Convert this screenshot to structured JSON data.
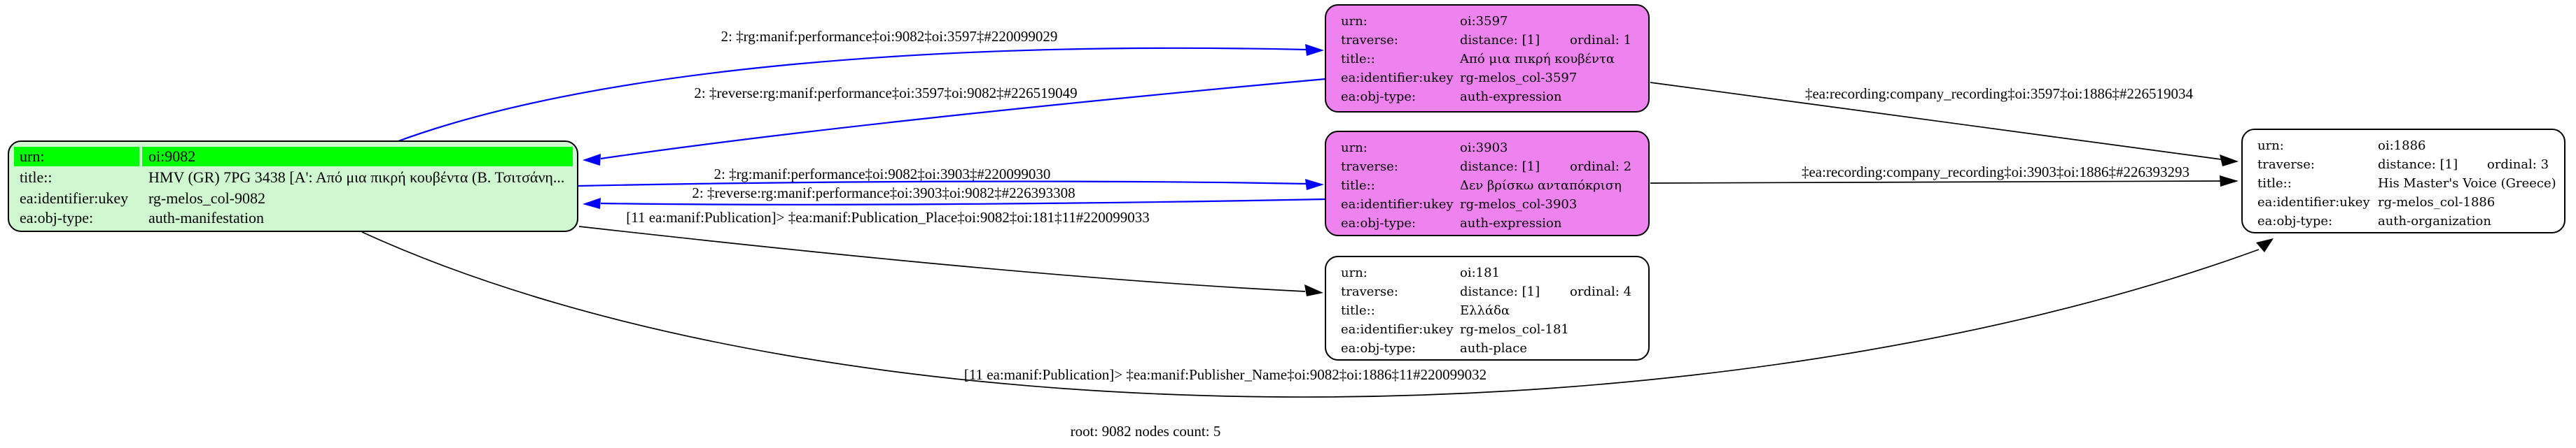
{
  "colors": {
    "canvas_bg": "#ffffff",
    "manifestation_fill": "#d0f8d0",
    "manifestation_highlight": "#00ff00",
    "expression_fill": "#ee82ee",
    "plain_fill": "#ffffff",
    "node_border": "#000000",
    "blue_edge": "#0000ff",
    "black_edge": "#000000"
  },
  "nodes": {
    "n9082": {
      "urn_label": "urn:",
      "urn": "oi:9082",
      "title_label": "title::",
      "title": "HMV (GR) 7PG 3438 [Α': Από μια πικρή κουβέντα (Β. Τσιτσάνη...",
      "ukey_label": "ea:identifier:ukey",
      "ukey": "rg-melos_col-9082",
      "objtype_label": "ea:obj-type:",
      "objtype": "auth-manifestation"
    },
    "n3597": {
      "urn_label": "urn:",
      "urn": "oi:3597",
      "traverse_label": "traverse:",
      "distance": "distance: [1]",
      "ordinal": "ordinal: 1",
      "title_label": "title::",
      "title": "Από μια πικρή κουβέντα",
      "ukey_label": "ea:identifier:ukey",
      "ukey": "rg-melos_col-3597",
      "objtype_label": "ea:obj-type:",
      "objtype": "auth-expression"
    },
    "n3903": {
      "urn_label": "urn:",
      "urn": "oi:3903",
      "traverse_label": "traverse:",
      "distance": "distance: [1]",
      "ordinal": "ordinal: 2",
      "title_label": "title::",
      "title": "Δεν βρίσκω ανταπόκριση",
      "ukey_label": "ea:identifier:ukey",
      "ukey": "rg-melos_col-3903",
      "objtype_label": "ea:obj-type:",
      "objtype": "auth-expression"
    },
    "n181": {
      "urn_label": "urn:",
      "urn": "oi:181",
      "traverse_label": "traverse:",
      "distance": "distance: [1]",
      "ordinal": "ordinal: 4",
      "title_label": "title::",
      "title": "Ελλάδα",
      "ukey_label": "ea:identifier:ukey",
      "ukey": "rg-melos_col-181",
      "objtype_label": "ea:obj-type:",
      "objtype": "auth-place"
    },
    "n1886": {
      "urn_label": "urn:",
      "urn": "oi:1886",
      "traverse_label": "traverse:",
      "distance": "distance: [1]",
      "ordinal": "ordinal: 3",
      "title_label": "title::",
      "title": "His Master's Voice (Greece)",
      "ukey_label": "ea:identifier:ukey",
      "ukey": "rg-melos_col-1886",
      "objtype_label": "ea:obj-type:",
      "objtype": "auth-organization"
    }
  },
  "edges": {
    "performance_3597": {
      "label": "2: ‡rg:manif:performance‡oi:9082‡oi:3597‡#220099029"
    },
    "reverse_performance_3597": {
      "label": "2: ‡reverse:rg:manif:performance‡oi:3597‡oi:9082‡#226519049"
    },
    "performance_3903": {
      "label": "2: ‡rg:manif:performance‡oi:9082‡oi:3903‡#220099030"
    },
    "reverse_performance_3903": {
      "label": "2: ‡reverse:rg:manif:performance‡oi:3903‡oi:9082‡#226393308"
    },
    "publication_place": {
      "label": "[11 ea:manif:Publication]> ‡ea:manif:Publication_Place‡oi:9082‡oi:181‡11#220099033"
    },
    "company_recording_3597": {
      "label": "‡ea:recording:company_recording‡oi:3597‡oi:1886‡#226519034"
    },
    "company_recording_3903": {
      "label": "‡ea:recording:company_recording‡oi:3903‡oi:1886‡#226393293"
    },
    "publisher_name": {
      "label": "[11 ea:manif:Publication]> ‡ea:manif:Publisher_Name‡oi:9082‡oi:1886‡11#220099032"
    }
  },
  "footer": {
    "root_label": "root: 9082 nodes count: 5"
  }
}
